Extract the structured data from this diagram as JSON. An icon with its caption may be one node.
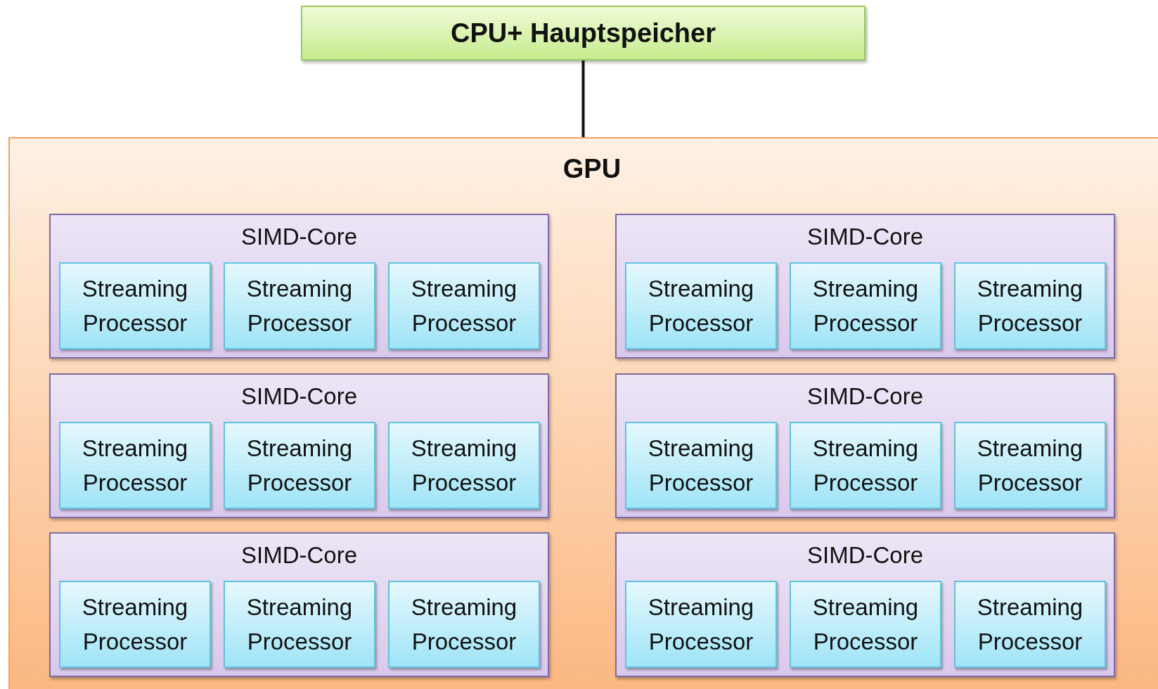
{
  "diagram": {
    "nodes": [
      {
        "text": [
          "CPU+ Hauptspeicher"
        ]
      },
      {
        "text": [
          "GPU"
        ]
      },
      {
        "text": [
          "SIMD-Core"
        ],
        "in": 1
      },
      {
        "text": [
          "Streaming Processor"
        ],
        "in": 2
      },
      {
        "text": [
          "Streaming Processor"
        ],
        "in": 2
      },
      {
        "text": [
          "Streaming Processor"
        ],
        "in": 2
      },
      {
        "text": [
          "SIMD-Core"
        ],
        "in": 1
      },
      {
        "text": [
          "Streaming Processor"
        ],
        "in": 6
      },
      {
        "text": [
          "Streaming Processor"
        ],
        "in": 6
      },
      {
        "text": [
          "Streaming Processor"
        ],
        "in": 6
      },
      {
        "text": [
          "SIMD-Core"
        ],
        "in": 1
      },
      {
        "text": [
          "Streaming Processor"
        ],
        "in": 10
      },
      {
        "text": [
          "Streaming Processor"
        ],
        "in": 10
      },
      {
        "text": [
          "Streaming Processor"
        ],
        "in": 10
      },
      {
        "text": [
          "SIMD-Core"
        ],
        "in": 1
      },
      {
        "text": [
          "Streaming Processor"
        ],
        "in": 14
      },
      {
        "text": [
          "Streaming Processor"
        ],
        "in": 14
      },
      {
        "text": [
          "Streaming Processor"
        ],
        "in": 14
      },
      {
        "text": [
          "SIMD-Core"
        ],
        "in": 1
      },
      {
        "text": [
          "Streaming Processor"
        ],
        "in": 18
      },
      {
        "text": [
          "Streaming Processor"
        ],
        "in": 18
      },
      {
        "text": [
          "Streaming Processor"
        ],
        "in": 18
      },
      {
        "text": [
          "SIMD-Core"
        ],
        "in": 1
      },
      {
        "text": [
          "Streaming Processor"
        ],
        "in": 22
      },
      {
        "text": [
          "Streaming Processor"
        ],
        "in": 22
      },
      {
        "text": [
          "Streaming Processor"
        ],
        "in": 22
      }
    ],
    "edges": [
      {
        "from": 0,
        "to": 1,
        "arrow": "none"
      }
    ]
  }
}
